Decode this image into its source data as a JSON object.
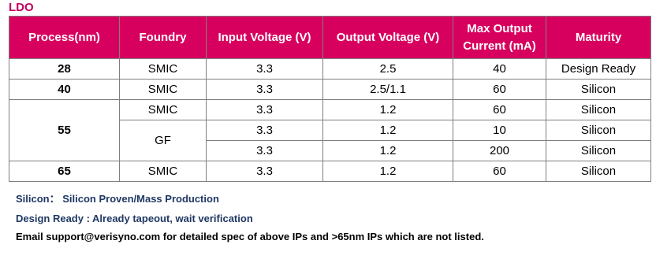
{
  "title": "LDO",
  "headers": {
    "process": "Process(nm)",
    "foundry": "Foundry",
    "input_voltage": "Input Voltage (V)",
    "output_voltage": "Output Voltage (V)",
    "max_output_current_line1": "Max Output",
    "max_output_current_line2": "Current (mA)",
    "maturity": "Maturity"
  },
  "rows": [
    {
      "process": "28",
      "foundry": "SMIC",
      "input": "3.3",
      "output": "2.5",
      "current": "40",
      "maturity": "Design Ready"
    },
    {
      "process": "40",
      "foundry": "SMIC",
      "input": "3.3",
      "output": "2.5/1.1",
      "current": "60",
      "maturity": "Silicon"
    },
    {
      "process": "55",
      "foundry": "SMIC",
      "input": "3.3",
      "output": "1.2",
      "current": "60",
      "maturity": "Silicon"
    },
    {
      "process": "55",
      "foundry": "GF",
      "input": "3.3",
      "output": "1.2",
      "current": "10",
      "maturity": "Silicon"
    },
    {
      "process": "55",
      "foundry": "GF",
      "input": "3.3",
      "output": "1.2",
      "current": "200",
      "maturity": "Silicon"
    },
    {
      "process": "65",
      "foundry": "SMIC",
      "input": "3.3",
      "output": "1.2",
      "current": "60",
      "maturity": "Silicon"
    }
  ],
  "notes": {
    "silicon": "Silicon：  Silicon Proven/Mass Production",
    "design_ready": "Design Ready : Already tapeout, wait verification",
    "email": "Email support@verisyno.com for detailed spec of above IPs and >65nm IPs which are not listed."
  },
  "colors": {
    "header_bg": "#d8005f",
    "title": "#c00060",
    "note_text": "#1f3864"
  }
}
